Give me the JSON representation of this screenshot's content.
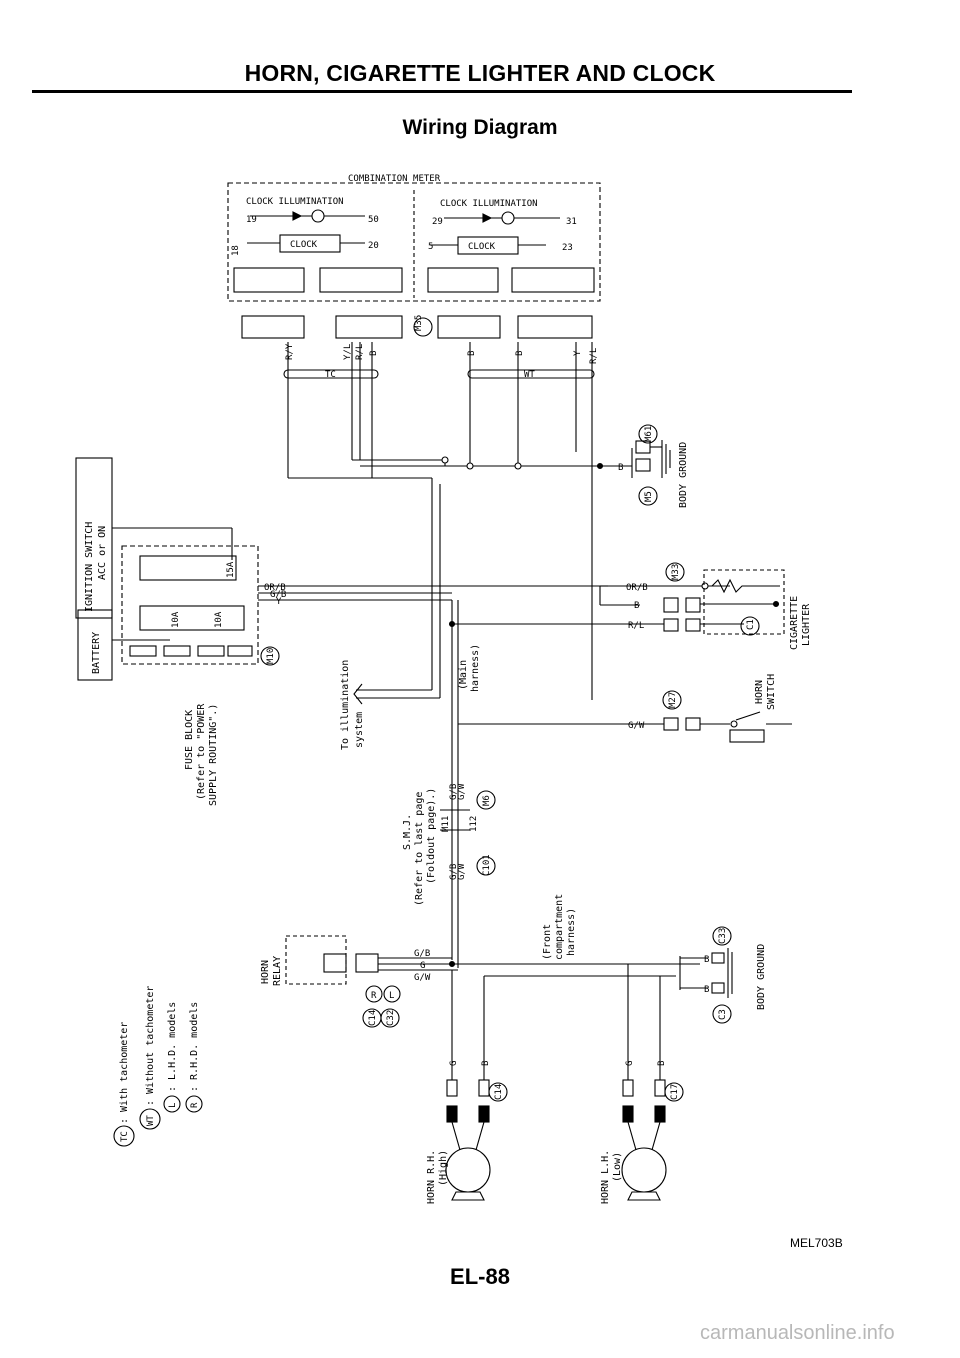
{
  "page": {
    "title": "HORN, CIGARETTE LIGHTER AND CLOCK",
    "subtitle": "Wiring Diagram",
    "figure_id": "MEL703B",
    "page_number": "EL-88",
    "watermark": "carmanualsonline.info"
  },
  "combination_meter": {
    "label": "COMBINATION METER",
    "left_illum": "CLOCK ILLUMINATION",
    "right_illum": "CLOCK ILLUMINATION",
    "left_clock": "CLOCK",
    "right_clock": "CLOCK",
    "pins_left": [
      "19",
      "50",
      "18",
      "20"
    ],
    "pins_right": [
      "29",
      "31",
      "5",
      "23"
    ],
    "marker_tc": "TC",
    "marker_wt": "WT",
    "connector_m35": "M35"
  },
  "wires": {
    "meter_left": [
      "R/Y",
      "Y/L",
      "R/L",
      "B"
    ],
    "meter_right": [
      "B",
      "B",
      "Y",
      "R/L"
    ],
    "fuse_out": [
      "OR/B",
      "G/B",
      "Y"
    ],
    "lighter": [
      "OR/B",
      "B",
      "R/L"
    ],
    "horn_switch": "G/W",
    "body_ground": "B",
    "relay": [
      "G/B",
      "G",
      "G/W"
    ],
    "horn_rh": [
      "G",
      "B"
    ],
    "horn_lh": [
      "G",
      "B"
    ],
    "smj": [
      "G/B",
      "G/W",
      "G/B",
      "G/W"
    ],
    "smj_pins": [
      "M11",
      "112"
    ]
  },
  "fuse_block": {
    "label_lines": [
      "FUSE BLOCK",
      "(Refer to \"POWER",
      "SUPPLY ROUTING\".)"
    ],
    "fuses": [
      "15A",
      "10A",
      "10A"
    ],
    "connector": "M10"
  },
  "power": {
    "battery": "BATTERY",
    "ignition_lines": [
      "IGNITION SWITCH",
      "ACC or ON"
    ]
  },
  "components": {
    "body_ground_top": "BODY GROUND",
    "ground_top_conns": [
      "M61",
      "M5"
    ],
    "lighter_lines": [
      "CIGARETTE",
      "LIGHTER"
    ],
    "lighter_conns": [
      "M33",
      "C1"
    ],
    "horn_switch_lines": [
      "HORN",
      "SWITCH"
    ],
    "horn_switch_conn": "M27",
    "illumination_lines": [
      "To illumination",
      "system"
    ],
    "main_harness_lines": [
      "(Main",
      "harness)"
    ],
    "smj_lines": [
      "S.M.J.",
      "(Refer to last page",
      "(Foldout page).)"
    ],
    "smj_conns": [
      "M6",
      "C101"
    ],
    "front_harness_lines": [
      "(Front",
      "compartment",
      "harness)"
    ],
    "horn_relay_lines": [
      "HORN",
      "RELAY"
    ],
    "relay_conns": [
      "C14",
      "C32"
    ],
    "relay_markers": [
      "R",
      "L"
    ],
    "body_ground_bottom": "BODY GROUND",
    "ground_bottom_conns": [
      "C33",
      "C3"
    ],
    "horn_rh_lines": [
      "HORN R.H.",
      "(High)"
    ],
    "horn_lh_lines": [
      "HORN L.H.",
      "(Low)"
    ],
    "horn_rh_conn": "C14",
    "horn_lh_conn": "C17"
  },
  "legend": [
    {
      "code": "TC",
      "text": ": With tachometer"
    },
    {
      "code": "WT",
      "text": ": Without tachometer"
    },
    {
      "code": "L",
      "text": ": L.H.D. models"
    },
    {
      "code": "R",
      "text": ": R.H.D. models"
    }
  ]
}
